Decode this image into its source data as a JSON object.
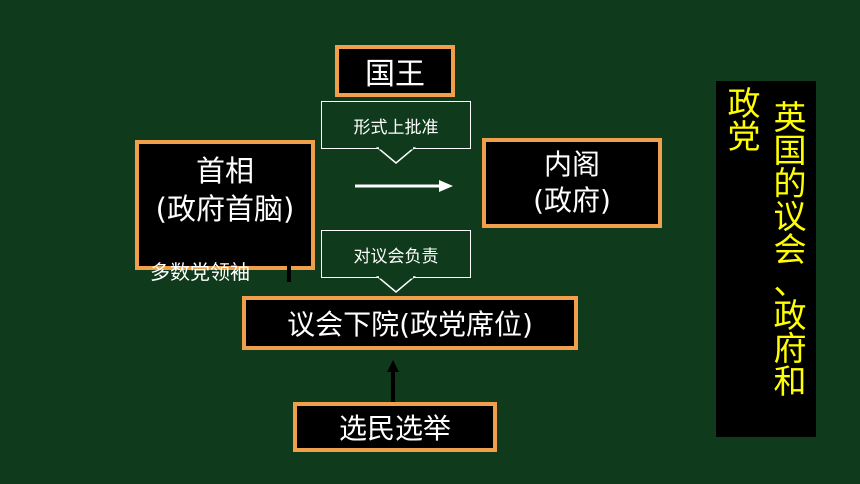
{
  "nodes": {
    "king": "国王",
    "pm_line1": "首相",
    "pm_line2": "(政府首脑)",
    "cabinet_line1": "内阁",
    "cabinet_line2": "(政府)",
    "commons": "议会下院(政党席位)",
    "voters": "选民选举"
  },
  "callouts": {
    "approve": "形式上批准",
    "responsible": "对议会负责"
  },
  "labels": {
    "majority_leader": "多数党领袖"
  },
  "side_title": {
    "col_right": [
      "英",
      "国",
      "的",
      "议",
      "会",
      "、",
      "政",
      "府",
      "和"
    ],
    "col_left": [
      "政",
      "党"
    ]
  },
  "colors": {
    "background": "#0f3a1c",
    "box_border": "#f0a04b",
    "box_fill": "#000000",
    "title_text": "#ffff00"
  }
}
